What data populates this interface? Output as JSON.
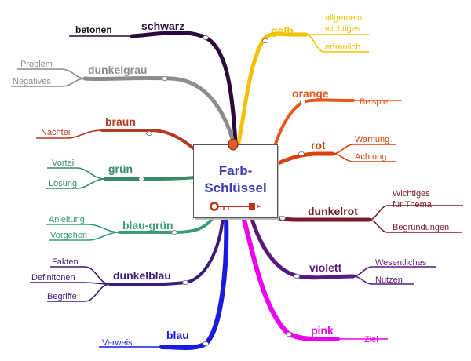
{
  "center": {
    "title_line1": "Farb-",
    "title_line2": "Schlüssel",
    "title_color": "#3b3bb5",
    "icon": "key-icon"
  },
  "branches": [
    {
      "id": "schwarz",
      "label": "schwarz",
      "color": "#2a0a3a",
      "leaves": [
        "betonen"
      ]
    },
    {
      "id": "dunkelgrau",
      "label": "dunkelgrau",
      "color": "#8c8c8c",
      "leaves": [
        "Problem",
        "Negatives"
      ]
    },
    {
      "id": "braun",
      "label": "braun",
      "color": "#b03a22",
      "leaves": [
        "Nachteil"
      ]
    },
    {
      "id": "gruen",
      "label": "grün",
      "color": "#3a8a6a",
      "leaves": [
        "Vorteil",
        "Lösung"
      ]
    },
    {
      "id": "blau-gruen",
      "label": "blau-grün",
      "color": "#3a9a7a",
      "leaves": [
        "Anleitung",
        "Vorgehen"
      ]
    },
    {
      "id": "dunkelblau",
      "label": "dunkelblau",
      "color": "#3a1a7a",
      "leaves": [
        "Fakten",
        "Definitonen",
        "Begriffe"
      ]
    },
    {
      "id": "blau",
      "label": "blau",
      "color": "#1b1be0",
      "leaves": [
        "Verweis"
      ]
    },
    {
      "id": "gelb",
      "label": "gelb",
      "color": "#f2c200",
      "leaves": [
        "allgemein wichtiges",
        "erfreulich"
      ]
    },
    {
      "id": "orange",
      "label": "orange",
      "color": "#e8581a",
      "leaves": [
        "Beispiel"
      ]
    },
    {
      "id": "rot",
      "label": "rot",
      "color": "#d8400a",
      "leaves": [
        "Warnung",
        "Achtung"
      ]
    },
    {
      "id": "dunkelrot",
      "label": "dunkelrot",
      "color": "#7a1a28",
      "leaves": [
        "Wichtiges für Thema",
        "Begründungen"
      ]
    },
    {
      "id": "violett",
      "label": "violett",
      "color": "#5a1a7a",
      "leaves": [
        "Wesentliches",
        "Nutzen"
      ]
    },
    {
      "id": "pink",
      "label": "pink",
      "color": "#ee00ee",
      "leaves": [
        "Ziel"
      ]
    }
  ]
}
